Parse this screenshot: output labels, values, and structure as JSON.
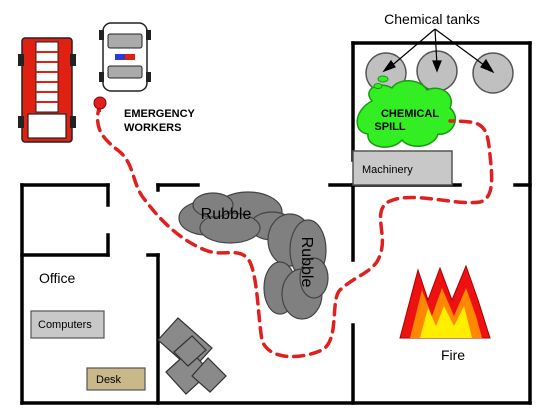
{
  "labels": {
    "chemical_tanks": "Chemical tanks",
    "emergency_line1": "EMERGENCY",
    "emergency_line2": "WORKERS",
    "chemical_line1": "CHEMICAL",
    "chemical_line2": "SPILL",
    "machinery": "Machinery",
    "rubble_1": "Rubble",
    "rubble_2": "Rubble",
    "office": "Office",
    "computers": "Computers",
    "desk": "Desk",
    "fire": "Fire"
  },
  "colors": {
    "wall": "#000000",
    "path": "#e0201e",
    "rubble_fill": "#808080",
    "tank_fill": "#c0c0c0",
    "spill_fill": "#33ee22",
    "machinery_fill": "#c8c8c8",
    "computers_fill": "#c8c8c8",
    "desk_fill": "#c8b88a",
    "fire_red": "#ee1111",
    "fire_orange": "#ff8800",
    "fire_yellow": "#ffee00",
    "truck_red": "#e02010"
  },
  "icons": {
    "fire_truck": "fire-truck-icon",
    "police_car": "police-car-icon",
    "start_marker": "start-marker-icon",
    "debris": "collapsed-debris-icon"
  }
}
